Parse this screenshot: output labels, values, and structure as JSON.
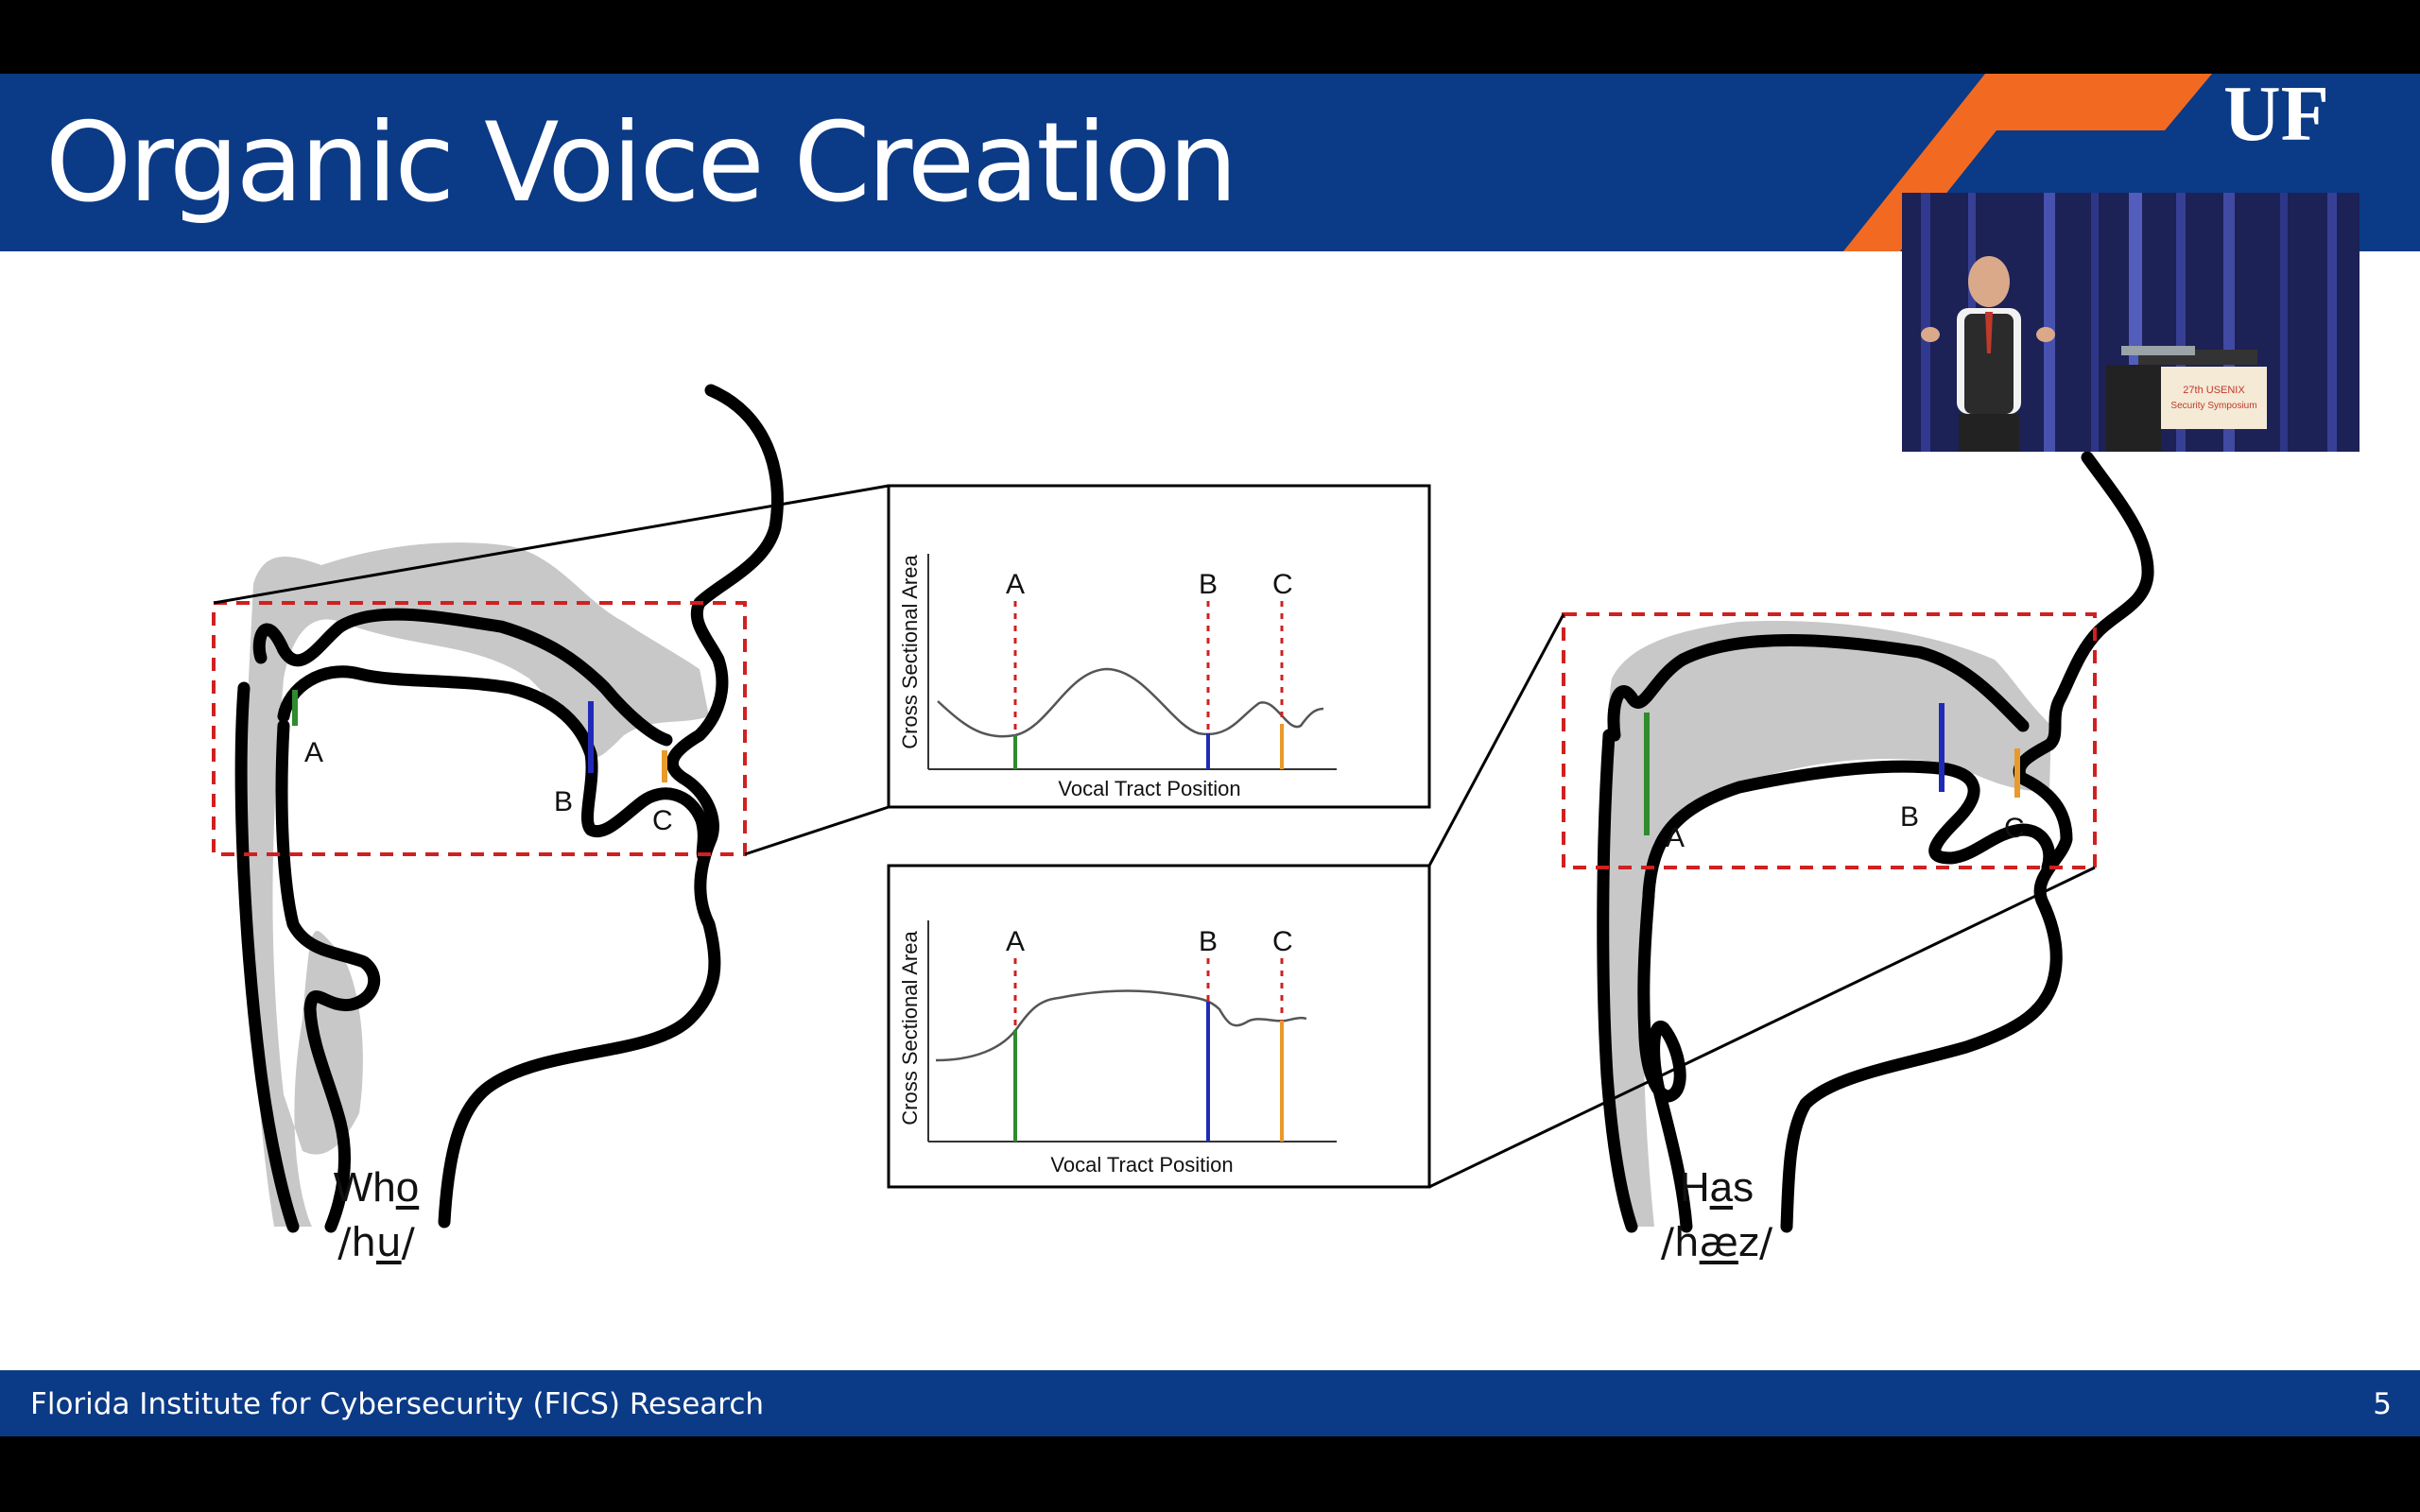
{
  "slide": {
    "title": "Organic Voice Creation",
    "footer": "Florida Institute for Cybersecurity (FICS) Research",
    "page_number": "5"
  },
  "left_head": {
    "word_pre": "Wh",
    "word_marked": "o",
    "word_post": "",
    "ipa_pre": "/h",
    "ipa_marked": "u",
    "ipa_post": "/",
    "labels": [
      "A",
      "B",
      "C"
    ]
  },
  "right_head": {
    "word_pre": "H",
    "word_marked": "a",
    "word_post": "s",
    "ipa_pre": "/h",
    "ipa_marked": "æ",
    "ipa_post": "z/",
    "labels": [
      "A",
      "B",
      "C"
    ]
  },
  "graphs": [
    {
      "xlabel": "Vocal Tract Position",
      "ylabel": "Cross Sectional Area",
      "markers": [
        "A",
        "B",
        "C"
      ]
    },
    {
      "xlabel": "Vocal Tract Position",
      "ylabel": "Cross Sectional Area",
      "markers": [
        "A",
        "B",
        "C"
      ]
    }
  ],
  "colors": {
    "brand_blue": "#0b3a86",
    "accent_orange": "#f26a21",
    "marker_a": "#2e8b2e",
    "marker_b": "#1f2bb8",
    "marker_c": "#e89a2a",
    "dashed_box": "#d02020",
    "tract_fill": "#c8c8c8"
  },
  "webcam": {
    "banner_line1": "27th USENIX",
    "banner_line2": "Security Symposium"
  }
}
